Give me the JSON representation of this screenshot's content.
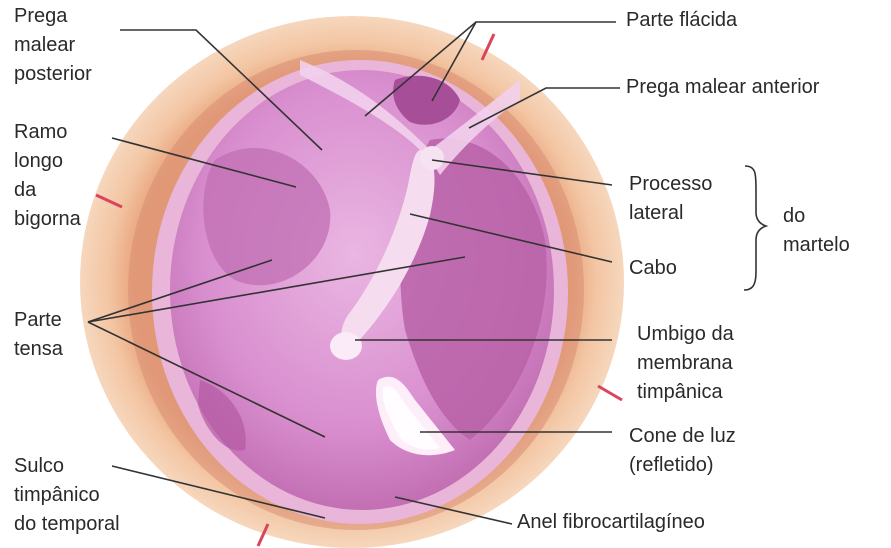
{
  "colors": {
    "ring_outer": "#f2c7a5",
    "ring_mid": "#e9ac86",
    "membrane": "#d98fcf",
    "membrane_dark": "#b760a6",
    "membrane_light": "#f3d4ee",
    "leader_line": "#333333",
    "marker": "#d9455b",
    "text": "#2a2a2a"
  },
  "labels": {
    "prega_malear_posterior": "Prega\nmalear\nposterior",
    "ramo_longo": "Ramo\nlongo\nda\nbigorna",
    "parte_tensa": "Parte\ntensa",
    "sulco_timpanico": "Sulco\ntimpânico\ndo temporal",
    "parte_flacida": "Parte flácida",
    "prega_malear_anterior": "Prega malear anterior",
    "processo_lateral": "Processo\nlateral",
    "do_martelo": "do\nmartelo",
    "cabo": "Cabo",
    "umbigo": "Umbigo da\nmembrana\ntimpânica",
    "cone_de_luz": "Cone de luz\n(refletido)",
    "anel_fibrocartilagineo": "Anel fibrocartilagíneo"
  }
}
